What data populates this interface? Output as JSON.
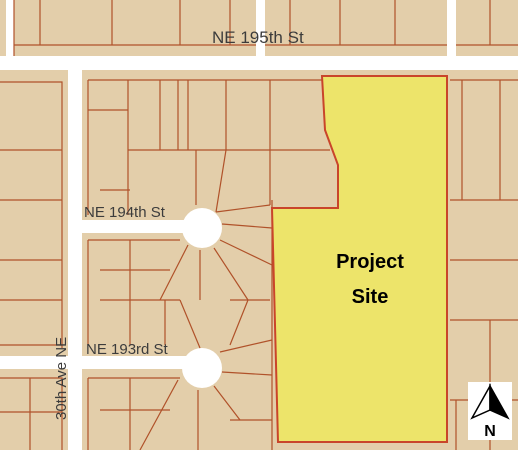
{
  "map": {
    "streets": {
      "ne_195th": "NE 195th St",
      "ne_194th": "NE 194th St",
      "ne_193rd": "NE 193rd St",
      "ave_30th": "30th Ave NE"
    },
    "site_label": [
      "Project",
      "Site"
    ],
    "north_arrow_label": "N",
    "colors": {
      "parcel_fill": "#e3ceaa",
      "parcel_line": "#b0522a",
      "road": "#ffffff",
      "project_fill": "#ede46a",
      "project_line": "#c9452a",
      "label": "#3c3c3c"
    }
  }
}
